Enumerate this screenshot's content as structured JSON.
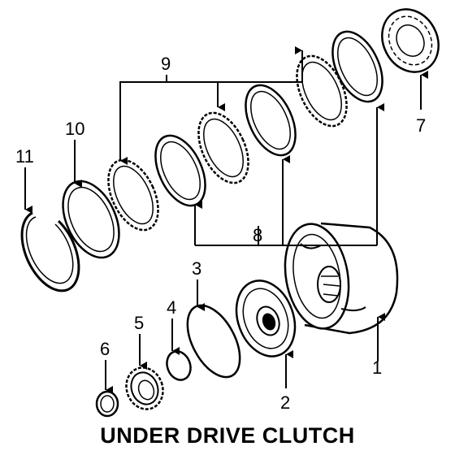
{
  "title": "UNDER DRIVE CLUTCH",
  "callouts": {
    "c1": "1",
    "c2": "2",
    "c3": "3",
    "c4": "4",
    "c5": "5",
    "c6": "6",
    "c7": "7",
    "c8": "8",
    "c9": "9",
    "c10": "10",
    "c11": "11"
  },
  "line_color": "#000000"
}
